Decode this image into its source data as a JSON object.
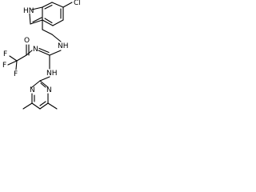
{
  "molecule": {
    "atoms": {
      "cl": "Cl",
      "indole_nh": "HN",
      "nh_upper": "NH",
      "nh_lower": "NH",
      "n_imine": "N",
      "oxygen": "O",
      "f1": "F",
      "f2": "F",
      "f3": "F",
      "pyr_n1": "N",
      "pyr_n2": "N"
    }
  }
}
